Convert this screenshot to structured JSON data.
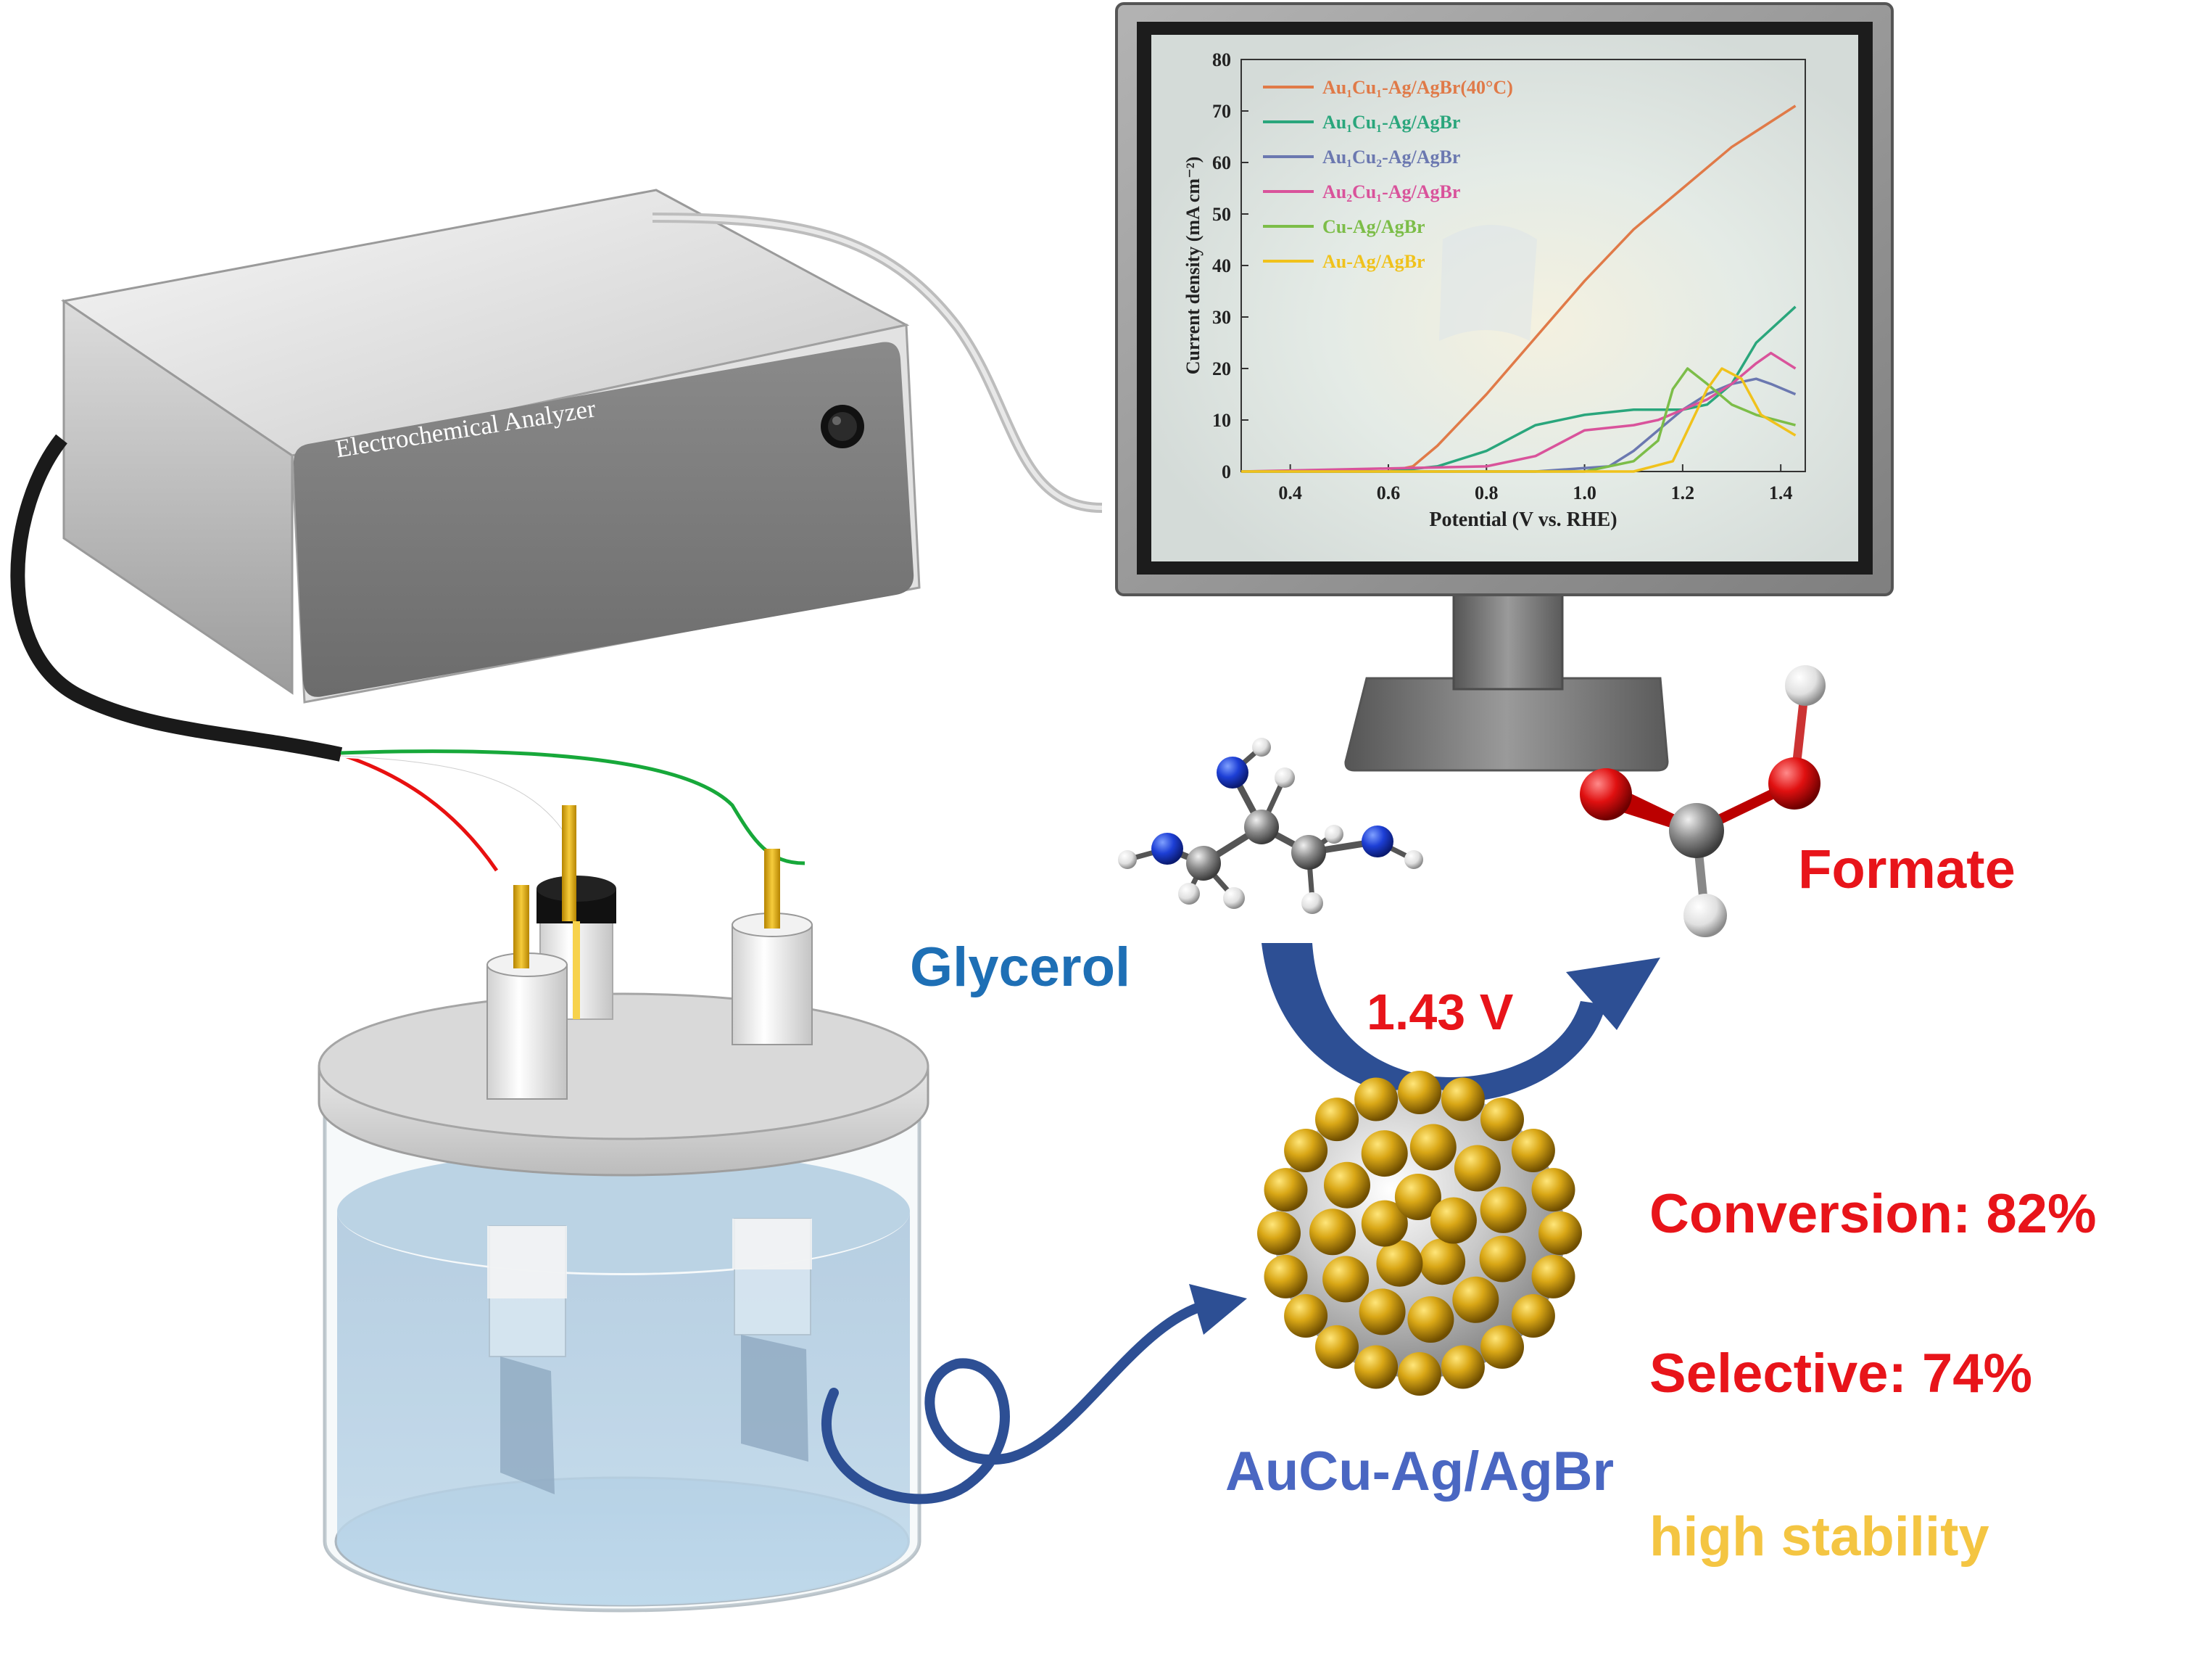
{
  "analyzer": {
    "label": "Electrochemical Analyzer"
  },
  "chart_data": {
    "type": "line",
    "xlabel": "Potential (V vs. RHE)",
    "ylabel": "Current density (mA cm⁻²)",
    "xlim": [
      0.3,
      1.45
    ],
    "ylim": [
      0,
      80
    ],
    "xticks": [
      0.4,
      0.6,
      0.8,
      1.0,
      1.2,
      1.4
    ],
    "yticks": [
      0,
      10,
      20,
      30,
      40,
      50,
      60,
      70,
      80
    ],
    "legend_position": "top-left",
    "series": [
      {
        "name": "Au₁Cu₁-Ag/AgBr(40°C)",
        "color": "#e07a48",
        "x": [
          0.3,
          0.6,
          0.65,
          0.7,
          0.8,
          0.9,
          1.0,
          1.1,
          1.2,
          1.3,
          1.43
        ],
        "y": [
          0,
          0,
          1,
          5,
          15,
          26,
          37,
          47,
          55,
          63,
          71
        ]
      },
      {
        "name": "Au₁Cu₁-Ag/AgBr",
        "color": "#2aa67c",
        "x": [
          0.3,
          0.6,
          0.7,
          0.8,
          0.9,
          1.0,
          1.1,
          1.2,
          1.25,
          1.3,
          1.35,
          1.43
        ],
        "y": [
          0,
          0,
          1,
          4,
          9,
          11,
          12,
          12,
          13,
          17,
          25,
          32
        ]
      },
      {
        "name": "Au₁Cu₂-Ag/AgBr",
        "color": "#6b78b0",
        "x": [
          0.3,
          0.9,
          1.05,
          1.1,
          1.15,
          1.2,
          1.25,
          1.3,
          1.35,
          1.38,
          1.43
        ],
        "y": [
          0,
          0,
          1,
          4,
          8,
          12,
          15,
          17,
          18,
          17,
          15
        ]
      },
      {
        "name": "Au₂Cu₁-Ag/AgBr",
        "color": "#d9539b",
        "x": [
          0.3,
          0.8,
          0.9,
          1.0,
          1.1,
          1.15,
          1.2,
          1.25,
          1.3,
          1.35,
          1.38,
          1.43
        ],
        "y": [
          0,
          1,
          3,
          8,
          9,
          10,
          12,
          14,
          17,
          21,
          23,
          20
        ]
      },
      {
        "name": "Cu-Ag/AgBr",
        "color": "#7cbd48",
        "x": [
          0.3,
          1.0,
          1.1,
          1.15,
          1.18,
          1.21,
          1.25,
          1.3,
          1.35,
          1.43
        ],
        "y": [
          0,
          0,
          2,
          6,
          16,
          20,
          17,
          13,
          11,
          9
        ]
      },
      {
        "name": "Au-Ag/AgBr",
        "color": "#f0c21c",
        "x": [
          0.3,
          1.1,
          1.18,
          1.21,
          1.25,
          1.28,
          1.32,
          1.36,
          1.43
        ],
        "y": [
          0,
          0,
          2,
          8,
          16,
          20,
          18,
          11,
          7
        ]
      }
    ]
  },
  "reaction": {
    "reactant": "Glycerol",
    "product": "Formate",
    "voltage": "1.43 V"
  },
  "catalyst": {
    "name": "AuCu-Ag/AgBr",
    "conversion": "Conversion: 82%",
    "selectivity": "Selective: 74%",
    "stability": "high stability"
  },
  "colors": {
    "red_label": "#e8141a",
    "blue_label": "#1e6fb5",
    "catalyst_label": "#4a67c2",
    "stability_label": "#f4c542",
    "arrow": "#2d4f94",
    "gold_particle": "#c99a0a"
  }
}
